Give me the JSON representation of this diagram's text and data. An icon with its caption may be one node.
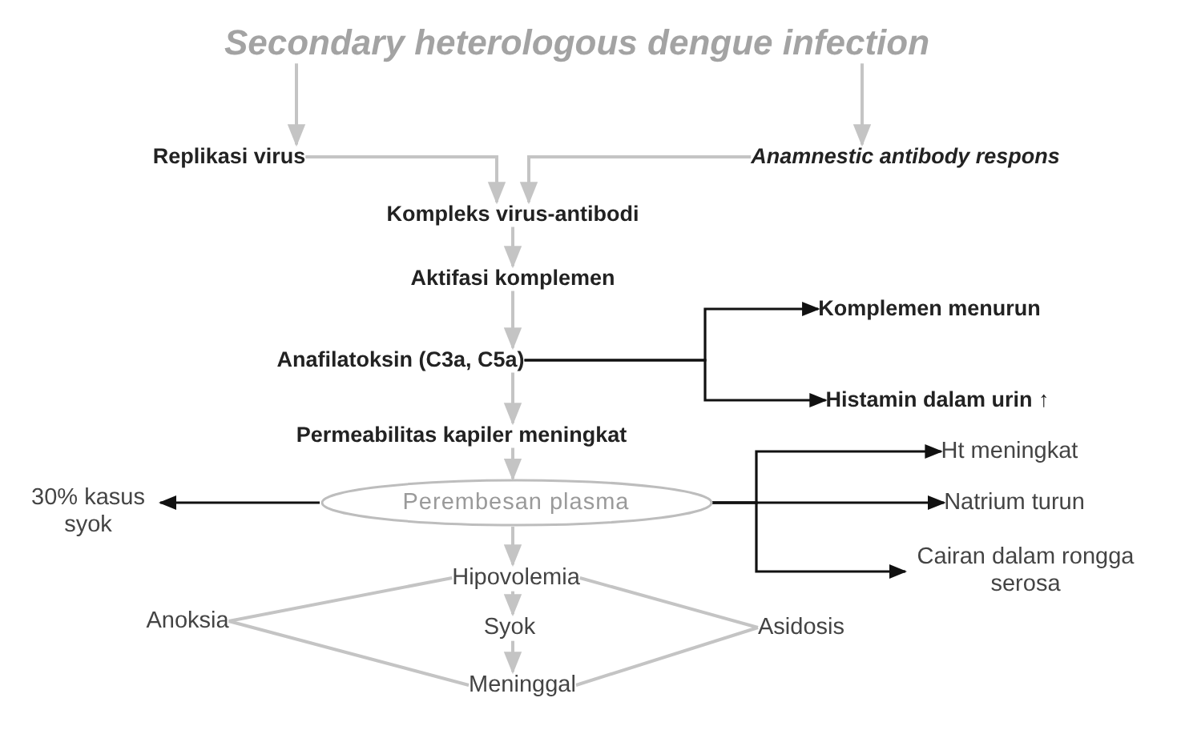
{
  "diagram": {
    "nodes": [
      {
        "text": [
          "Secondary heterologous dengue infection"
        ]
      },
      {
        "text": [
          "Replikasi virus"
        ]
      },
      {
        "text": [
          "Anamnestic antibody respons"
        ]
      },
      {
        "text": [
          "Kompleks virus-antibodi"
        ]
      },
      {
        "text": [
          "Aktifasi komplemen"
        ]
      },
      {
        "text": [
          "Anafilatoksin (C3a, C5a)"
        ]
      },
      {
        "text": [
          "Komplemen menurun"
        ]
      },
      {
        "text": [
          "Histamin dalam urin ↑"
        ]
      },
      {
        "text": [
          "Permeabilitas kapiler meningkat"
        ]
      },
      {
        "text": [
          "Ht meningkat"
        ]
      },
      {
        "text": [
          "30% kasus syok"
        ]
      },
      {
        "text": [
          "Perembesan plasma"
        ]
      },
      {
        "text": [
          "Natrium turun"
        ]
      },
      {
        "text": [
          "Cairan dalam rongga serosa"
        ]
      },
      {
        "text": [
          "Hipovolemia"
        ]
      },
      {
        "text": [
          "Anoksia"
        ]
      },
      {
        "text": [
          "Syok"
        ]
      },
      {
        "text": [
          "Asidosis"
        ]
      },
      {
        "text": [
          "Meninggal"
        ]
      }
    ],
    "edges": [
      {
        "from": 0,
        "to": 1,
        "arrow": "to"
      },
      {
        "from": 0,
        "to": 2,
        "arrow": "to"
      },
      {
        "from": 1,
        "to": 3,
        "arrow": "to"
      },
      {
        "from": 2,
        "to": 3,
        "arrow": "to"
      },
      {
        "from": 3,
        "to": 4,
        "arrow": "to"
      },
      {
        "from": 4,
        "to": 5,
        "arrow": "to"
      },
      {
        "from": 5,
        "to": 6,
        "arrow": "to",
        "color": "#111111"
      },
      {
        "from": 5,
        "to": 7,
        "arrow": "to",
        "color": "#111111"
      },
      {
        "from": 5,
        "to": 8,
        "arrow": "to"
      },
      {
        "from": 8,
        "to": 11,
        "arrow": "to"
      },
      {
        "from": 11,
        "to": 10,
        "arrow": "to",
        "color": "#111111"
      },
      {
        "from": 11,
        "to": 9,
        "arrow": "to",
        "color": "#111111"
      },
      {
        "from": 11,
        "to": 12,
        "arrow": "to",
        "color": "#111111"
      },
      {
        "from": 11,
        "to": 13,
        "arrow": "to",
        "color": "#111111"
      },
      {
        "from": 11,
        "to": 14,
        "arrow": "to"
      },
      {
        "from": 14,
        "to": 16,
        "arrow": "to"
      },
      {
        "from": 16,
        "to": 18,
        "arrow": "to"
      },
      {
        "from": 15,
        "to": 14,
        "arrow": "none"
      },
      {
        "from": 15,
        "to": 18,
        "arrow": "none"
      },
      {
        "from": 14,
        "to": 17,
        "arrow": "none"
      },
      {
        "from": 17,
        "to": 18,
        "arrow": "none"
      }
    ]
  }
}
